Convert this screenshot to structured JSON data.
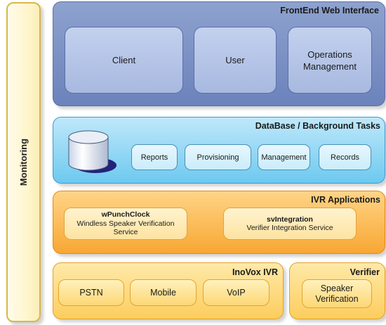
{
  "monitoring": {
    "label": "Monitoring"
  },
  "frontend": {
    "title": "FrontEnd Web Interface",
    "items": [
      "Client",
      "User",
      "Operations Management"
    ]
  },
  "database": {
    "title": "DataBase / Background Tasks",
    "icon": "database-cylinder-icon",
    "items": [
      "Reports",
      "Provisioning",
      "Management",
      "Records"
    ]
  },
  "ivr_applications": {
    "title": "IVR Applications",
    "apps": [
      {
        "name": "wPunchClock",
        "description": "Windless Speaker Verification Service"
      },
      {
        "name": "svIntegration",
        "description": "Verifier Integration Service"
      }
    ]
  },
  "inovox_ivr": {
    "title": "InoVox IVR",
    "items": [
      "PSTN",
      "Mobile",
      "VoIP"
    ]
  },
  "verifier": {
    "title": "Verifier",
    "items": [
      "Speaker Verification"
    ]
  },
  "colors": {
    "frontend": "#7b91c7",
    "database": "#8ed6f5",
    "ivr": "#fbb849",
    "inovox": "#fdd46e",
    "monitoring": "#fff6cf"
  }
}
